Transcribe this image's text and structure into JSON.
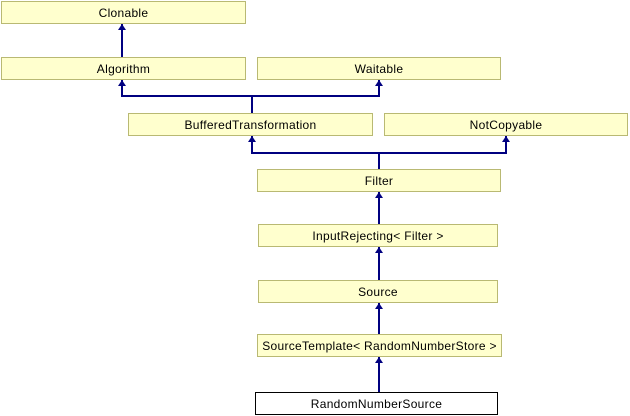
{
  "diagram": {
    "kind": "class-inheritance-diagram",
    "nodes": [
      {
        "id": "clonable",
        "label": "Clonable",
        "highlighted": false
      },
      {
        "id": "algorithm",
        "label": "Algorithm",
        "highlighted": false
      },
      {
        "id": "waitable",
        "label": "Waitable",
        "highlighted": false
      },
      {
        "id": "buffered-transformation",
        "label": "BufferedTransformation",
        "highlighted": false
      },
      {
        "id": "not-copyable",
        "label": "NotCopyable",
        "highlighted": false
      },
      {
        "id": "filter",
        "label": "Filter",
        "highlighted": false
      },
      {
        "id": "input-rejecting",
        "label": "InputRejecting< Filter >",
        "highlighted": false
      },
      {
        "id": "source",
        "label": "Source",
        "highlighted": false
      },
      {
        "id": "source-template",
        "label": "SourceTemplate< RandomNumberStore >",
        "highlighted": false
      },
      {
        "id": "random-number-source",
        "label": "RandomNumberSource",
        "highlighted": true
      }
    ],
    "edges": [
      {
        "from": "Algorithm",
        "to": "Clonable"
      },
      {
        "from": "BufferedTransformation",
        "to": "Algorithm"
      },
      {
        "from": "BufferedTransformation",
        "to": "Waitable"
      },
      {
        "from": "Filter",
        "to": "BufferedTransformation"
      },
      {
        "from": "Filter",
        "to": "NotCopyable"
      },
      {
        "from": "InputRejecting< Filter >",
        "to": "Filter"
      },
      {
        "from": "Source",
        "to": "InputRejecting< Filter >"
      },
      {
        "from": "SourceTemplate< RandomNumberStore >",
        "to": "Source"
      },
      {
        "from": "RandomNumberSource",
        "to": "SourceTemplate< RandomNumberStore >"
      }
    ],
    "colors": {
      "background": "#ffffff",
      "node_fill": "#ffffce",
      "node_border": "#b9b973",
      "highlight_fill": "#ffffff",
      "highlight_border": "#000000",
      "arrow": "#000080",
      "text": "#000000"
    }
  }
}
